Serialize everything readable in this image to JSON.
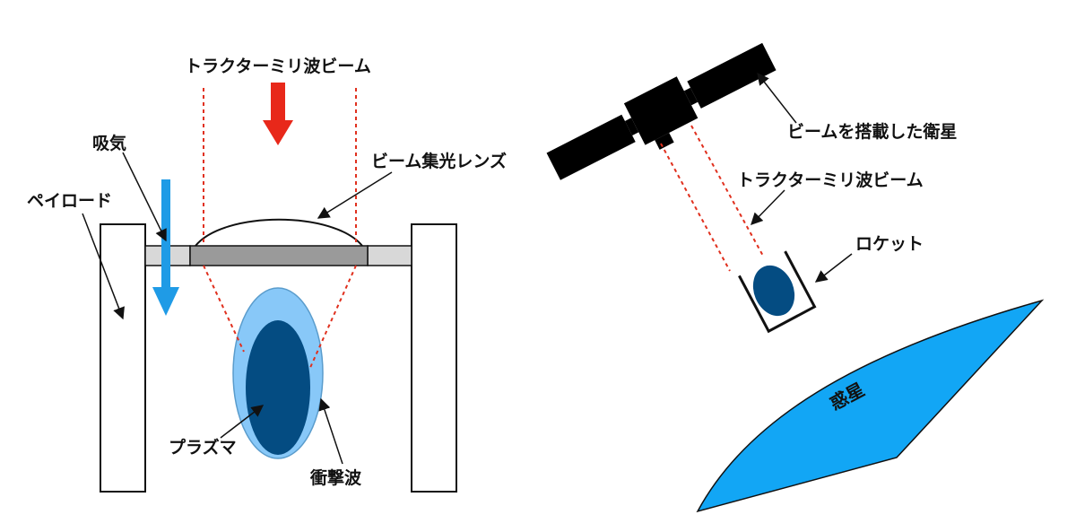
{
  "colors": {
    "beam_line": "#e0301e",
    "arrow_red": "#e8281a",
    "arrow_blue": "#1f9be6",
    "plasma_dark": "#044c82",
    "plasma_light": "#88c8f8",
    "plasma_light_stroke": "#5a9ccc",
    "lens_body": "#9a9a9a",
    "plate_light": "#d8d8d8",
    "planet": "#12a6f5",
    "satellite": "#000000"
  },
  "left_diagram": {
    "labels": {
      "beam": "トラクターミリ波ビーム",
      "intake": "吸気",
      "payload": "ペイロード",
      "lens": "ビーム集光レンズ",
      "plasma": "プラズマ",
      "shockwave": "衝撃波"
    },
    "icons": {
      "beam_direction": "down-arrow-icon",
      "air_direction": "down-arrow-icon"
    }
  },
  "right_diagram": {
    "labels": {
      "satellite": "ビームを搭載した衛星",
      "beam": "トラクターミリ波ビーム",
      "rocket": "ロケット",
      "planet": "惑星"
    }
  }
}
